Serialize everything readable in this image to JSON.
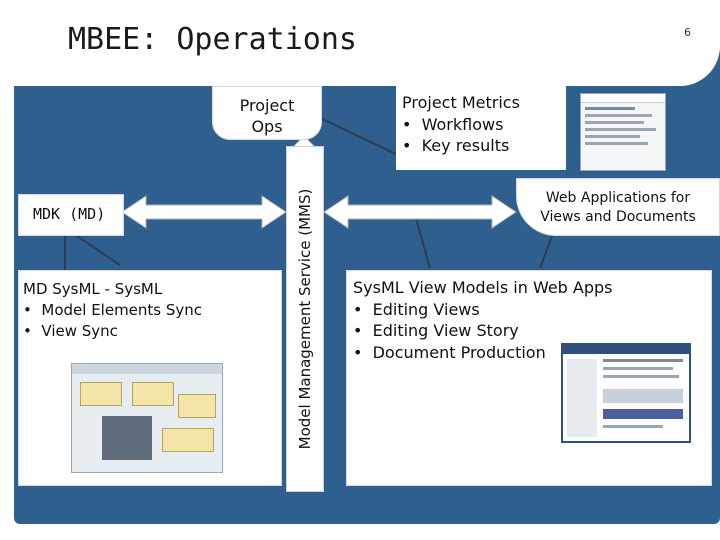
{
  "slide": {
    "title": "MBEE: Operations",
    "page_number": "6"
  },
  "boxes": {
    "project_ops": {
      "line1": "Project",
      "line2": "Ops"
    },
    "project_metrics": {
      "title": "Project Metrics",
      "items": [
        "Workflows",
        "Key results"
      ]
    },
    "mdk": {
      "label": "MDK (MD)"
    },
    "mms": {
      "label": "Model Management Service (MMS)"
    },
    "web_apps": {
      "line1": "Web Applications for",
      "line2": "Views and Documents"
    },
    "md_sysml": {
      "title": "MD SysML - SysML",
      "items": [
        "Model Elements Sync",
        "View Sync"
      ]
    },
    "sysml_views": {
      "title": "SysML View Models in Web Apps",
      "items": [
        "Editing Views",
        "Editing View Story",
        "Document Production"
      ]
    }
  },
  "colors": {
    "panel_blue": "#2f5f8f",
    "connector": "#2c3e50"
  }
}
